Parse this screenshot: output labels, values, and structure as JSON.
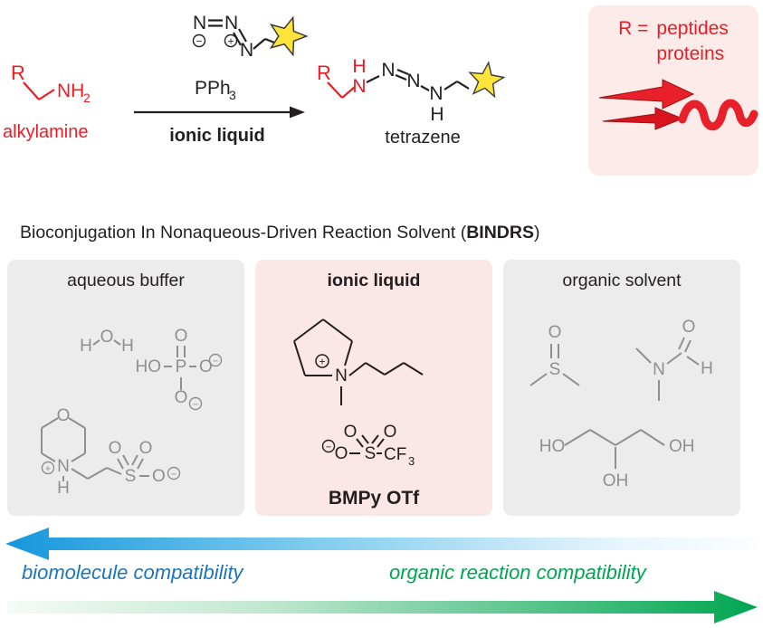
{
  "scheme": {
    "reactant": {
      "r": "R",
      "amine_main": "NH",
      "amine_sub": "2",
      "label": "alkylamine"
    },
    "azide": {
      "n1": "N",
      "n2": "N",
      "n3": "N",
      "minus": "−",
      "plus": "+"
    },
    "arrow": {
      "reagent_main": "PPh",
      "reagent_sub": "3",
      "solvent": "ionic liquid"
    },
    "product": {
      "r": "R",
      "h_top": "H",
      "n1": "N",
      "n2": "N",
      "n3": "N",
      "n4": "N",
      "h_bottom": "H",
      "label": "tetrazene"
    },
    "r_box": {
      "r_label": "R =",
      "line1": "peptides",
      "line2": "proteins"
    }
  },
  "heading": {
    "prefix": "Bioconjugation In Nonaqueous-Driven Reaction Solvent (",
    "bold": "BINDRS",
    "suffix": ")"
  },
  "panels": {
    "aqueous": {
      "title": "aqueous buffer",
      "water": {
        "h_left": "H",
        "o": "O",
        "h_right": "H"
      },
      "phosphate": {
        "o_top": "O",
        "ho": "HO",
        "p": "P",
        "o_right": "O",
        "o_bottom": "O",
        "minus": "−"
      },
      "mes": {
        "o": "O",
        "n": "N",
        "h": "H",
        "plus": "+",
        "s": "S",
        "o_top_left": "O",
        "o_top_right": "O",
        "o_right": "O",
        "minus": "−"
      }
    },
    "ionic": {
      "title": "ionic liquid",
      "cation": {
        "n": "N",
        "plus": "+"
      },
      "anion": {
        "minus": "−",
        "o_left": "O",
        "o_top_left": "O",
        "o_top_right": "O",
        "s": "S",
        "cf": "CF",
        "sub": "3"
      },
      "label": "BMPy OTf"
    },
    "organic": {
      "title": "organic solvent",
      "dmso": {
        "o": "O",
        "s": "S"
      },
      "dmf": {
        "o": "O",
        "n": "N",
        "h": "H"
      },
      "glycerol": {
        "ho": "HO",
        "oh_mid": "OH",
        "oh_right": "OH"
      }
    }
  },
  "axes": {
    "bio_label": "biomolecule compatibility",
    "org_label": "organic reaction compatibility"
  },
  "colors": {
    "red": "#ed1c24",
    "pink_bg": "#fbe7e5",
    "gray_bg": "#ececec",
    "struct_gray": "#8f8f8f",
    "star_yellow": "#ffe43c",
    "blue_text": "#1b75bc",
    "green": "#00a651",
    "blue_arrow": "#189bdd"
  }
}
